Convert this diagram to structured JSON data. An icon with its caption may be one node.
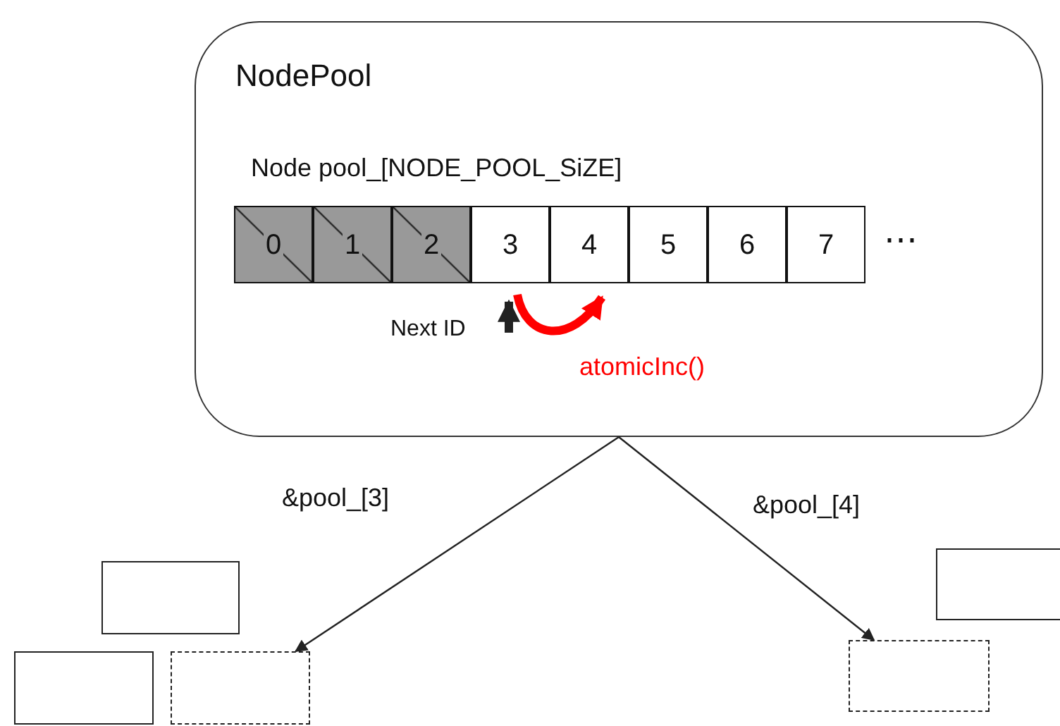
{
  "diagram": {
    "nodes": [
      {
        "text": [
          "NodePool"
        ]
      },
      {
        "text": [
          "0"
        ],
        "in": 0
      },
      {
        "text": [
          "1"
        ],
        "in": 0
      },
      {
        "text": [
          "2"
        ],
        "in": 0
      },
      {
        "text": [
          "3"
        ],
        "in": 0
      },
      {
        "text": [
          "4"
        ],
        "in": 0
      },
      {
        "text": [
          "5"
        ],
        "in": 0
      },
      {
        "text": [
          "6"
        ],
        "in": 0
      },
      {
        "text": [
          "7"
        ],
        "in": 0,
        "beside": [
          "⋯"
        ]
      },
      {
        "text": [],
        "shape": "box"
      },
      {
        "text": [],
        "shape": "box"
      },
      {
        "text": [],
        "shape": "box"
      },
      {
        "text": [],
        "shape": "box"
      },
      {
        "text": [],
        "shape": "box"
      }
    ],
    "edges": [
      {
        "from": 0,
        "to": 13,
        "arrow": "to",
        "label": "&pool_[3]"
      },
      {
        "from": 0,
        "to": 11,
        "arrow": "to",
        "label": "&pool_[4]"
      },
      {
        "from": 4,
        "to": 5,
        "arrow": "to",
        "label": "atomicInc()",
        "color": "#ff0000",
        "style": "thick"
      },
      {
        "from": null,
        "to": 4,
        "arrow": "to",
        "style": "thick"
      }
    ],
    "labels": [
      "Node pool_[NODE_POOL_SiZE]",
      "Next ID"
    ]
  }
}
